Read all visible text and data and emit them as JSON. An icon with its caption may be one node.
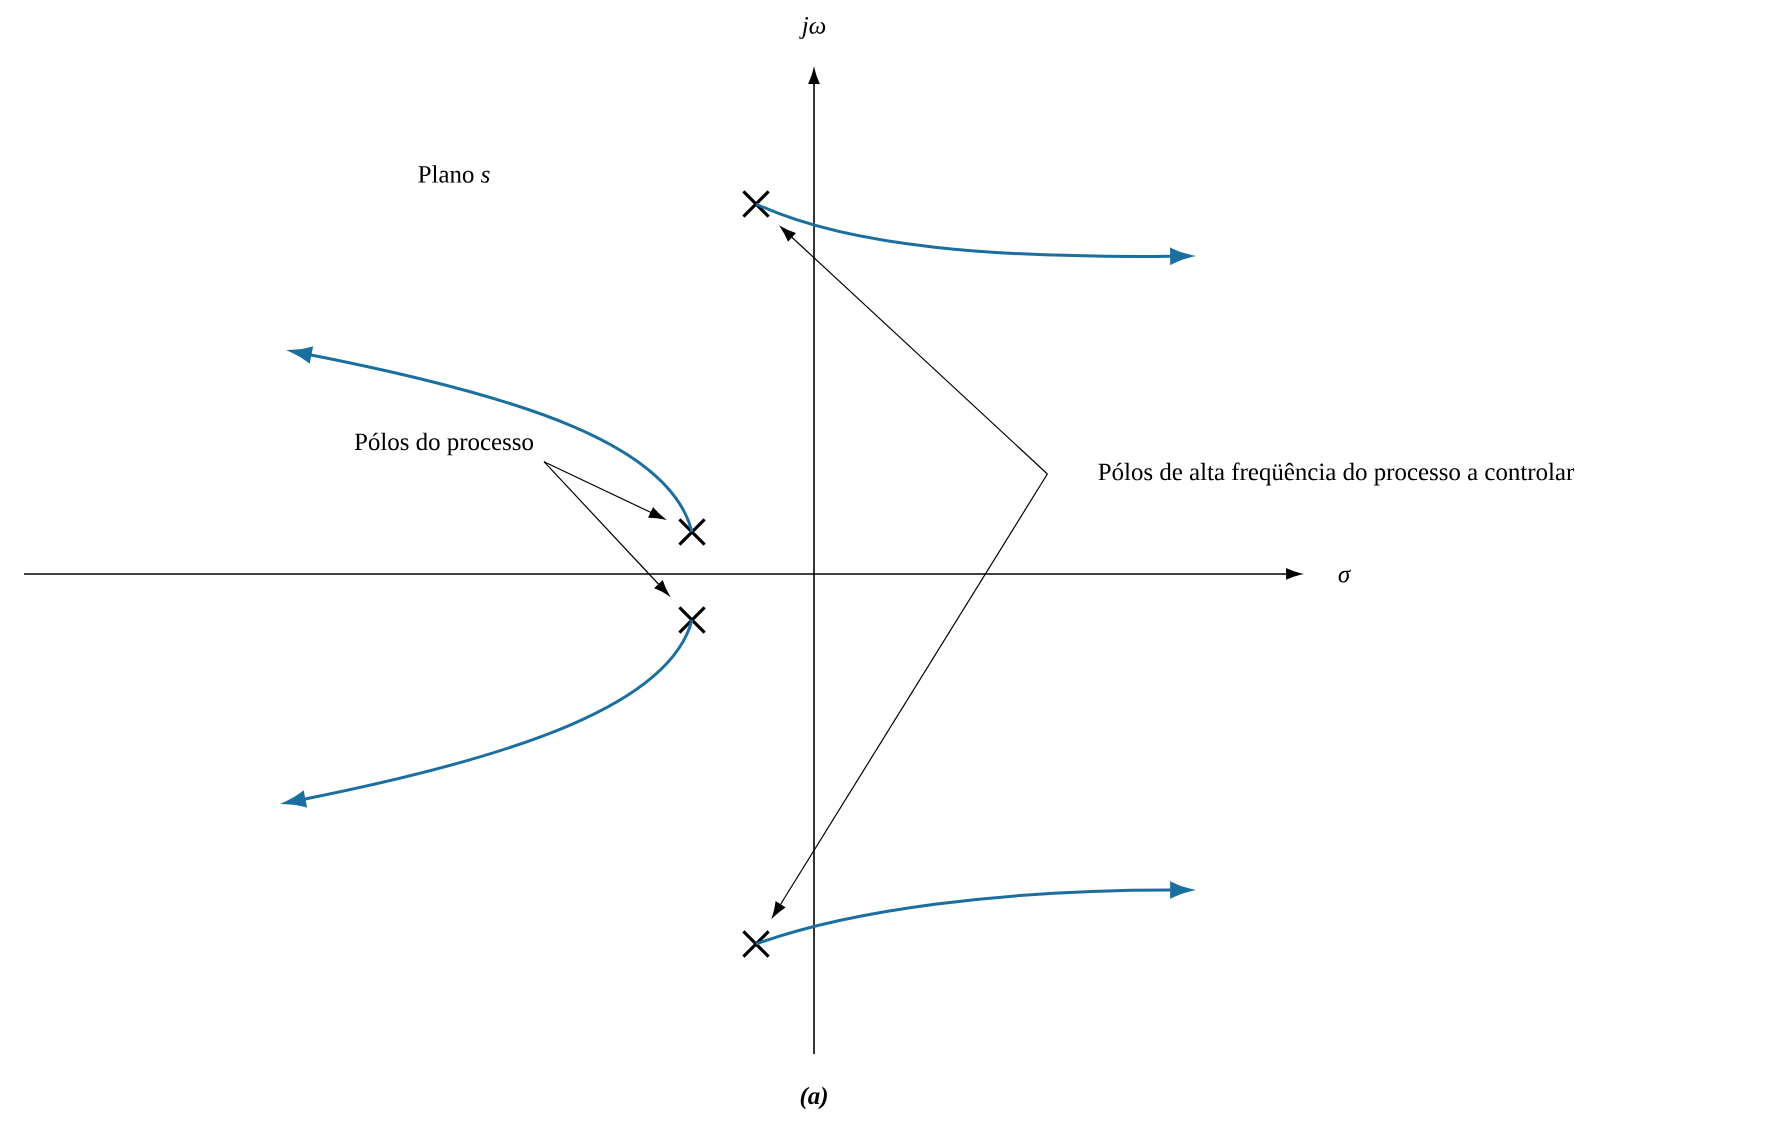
{
  "diagram": {
    "caption": "(a)",
    "nodes": [
      {
        "text": [
          "Pólos do processo"
        ]
      },
      {
        "text": [],
        "shape": "cross"
      },
      {
        "text": [],
        "shape": "cross"
      },
      {
        "text": [
          "Pólos de alta freqüência do processo a controlar"
        ]
      },
      {
        "text": [],
        "shape": "cross"
      },
      {
        "text": [],
        "shape": "cross"
      }
    ],
    "edges": [
      {
        "from": 0,
        "to": 1,
        "arrow": "to"
      },
      {
        "from": 0,
        "to": 2,
        "arrow": "to"
      },
      {
        "from": 3,
        "to": 4,
        "arrow": "to"
      },
      {
        "from": 3,
        "to": 5,
        "arrow": "to"
      },
      {
        "from": 1,
        "to": null,
        "arrow": "to",
        "color": "#1a6fa0"
      },
      {
        "from": 2,
        "to": null,
        "arrow": "to",
        "color": "#1a6fa0"
      },
      {
        "from": 4,
        "to": null,
        "arrow": "to",
        "color": "#1a6fa0"
      },
      {
        "from": 5,
        "to": null,
        "arrow": "to",
        "color": "#1a6fa0"
      }
    ],
    "labels": [
      "jω",
      "Plano *s*",
      "σ"
    ]
  }
}
